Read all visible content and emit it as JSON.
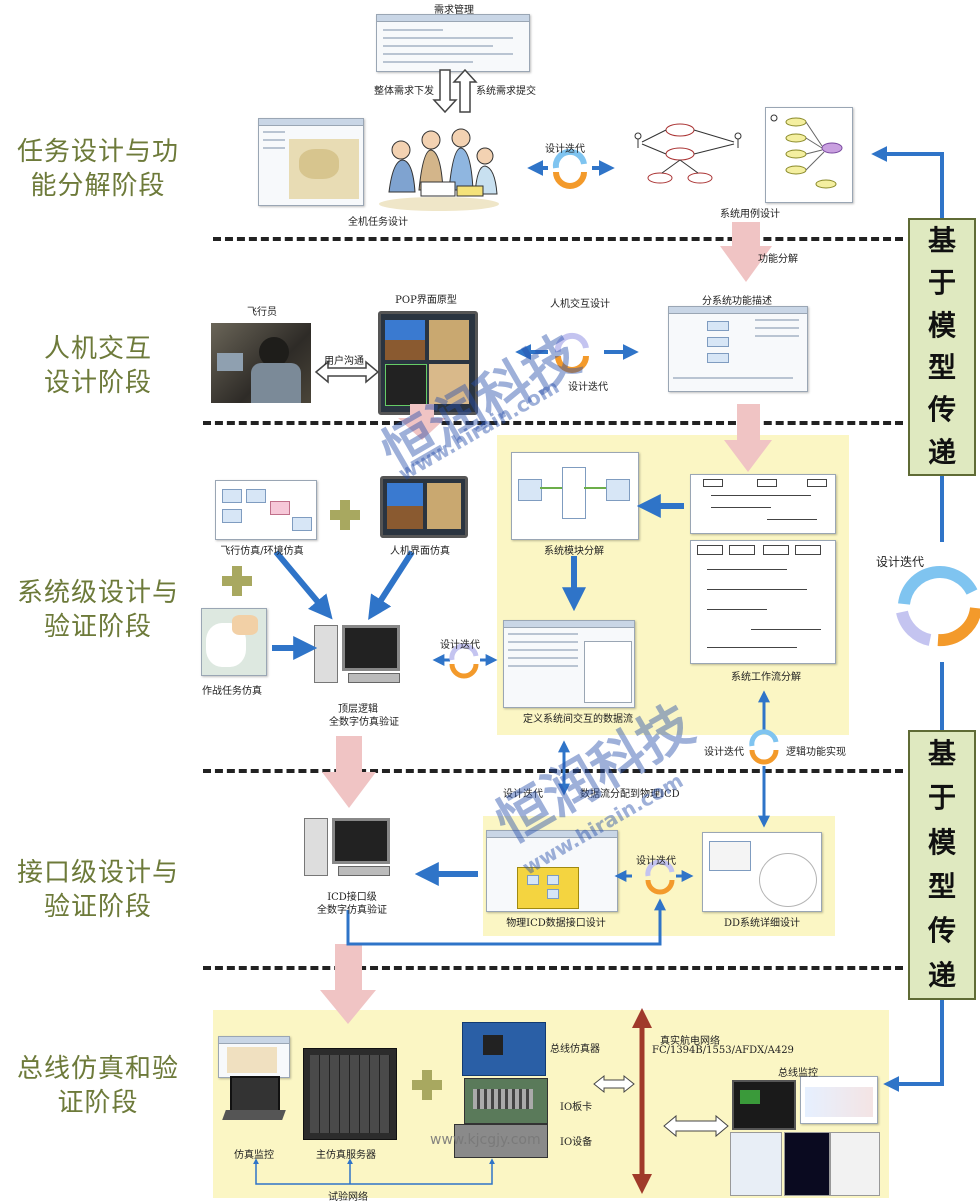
{
  "stages": [
    {
      "id": "stage-1",
      "lines": [
        "任务设计与功",
        "能分解阶段"
      ]
    },
    {
      "id": "stage-2",
      "lines": [
        "人机交互",
        "设计阶段"
      ]
    },
    {
      "id": "stage-3",
      "lines": [
        "系统级设计与",
        "验证阶段"
      ]
    },
    {
      "id": "stage-4",
      "lines": [
        "接口级设计与",
        "验证阶段"
      ]
    },
    {
      "id": "stage-5",
      "lines": [
        "总线仿真和验",
        "证阶段"
      ]
    }
  ],
  "side_label": [
    "基",
    "于",
    "模",
    "型",
    "传",
    "递"
  ],
  "labels": {
    "requirements_mgmt": "需求管理",
    "overall_req_issue": "整体需求下发",
    "system_req_submit": "系统需求提交",
    "whole_aircraft_task_design": "全机任务设计",
    "design_iteration": "设计迭代",
    "system_use_case_design": "系统用例设计",
    "function_decomposition": "功能分解",
    "pilot": "飞行员",
    "pop_ui_prototype": "POP界面原型",
    "user_communication": "用户沟通",
    "hmi_design": "人机交互设计",
    "subsystem_function_desc": "分系统功能描述",
    "system_module_decomposition": "系统模块分解",
    "flight_env_sim": "飞行仿真/环境仿真",
    "hmi_sim": "人机界面仿真",
    "combat_mission_sim": "作战任务仿真",
    "top_logic_line1": "顶层逻辑",
    "top_logic_line2": "全数字仿真验证",
    "define_dataflow": "定义系统间交互的数据流",
    "system_workflow_decomposition": "系统工作流分解",
    "logic_function_impl": "逻辑功能实现",
    "data_distribution": "数据流分配到物理ICD",
    "icd_level_line1": "ICD接口级",
    "icd_level_line2": "全数字仿真验证",
    "physical_icd_design": "物理ICD数据接口设计",
    "dd_detail_design": "DD系统详细设计",
    "real_network_line1": "真实航电网络",
    "real_network_line2": "FC/1394B/1553/AFDX/A429",
    "bus_simulator": "总线仿真器",
    "io_board": "IO板卡",
    "io_device": "IO设备",
    "bus_monitor": "总线监控",
    "sim_monitor": "仿真监控",
    "main_sim_server": "主仿真服务器",
    "test_network": "试验网络"
  },
  "watermarks": {
    "brand": "恒润科技",
    "url": "www.hirain.com",
    "source": "www.kjcgjy.com"
  },
  "colors": {
    "stage_title": "#6d7a3a",
    "arrow_blue": "#2f74c8",
    "arrow_pink": "#f0c4c4",
    "arrow_red": "#a03a2a",
    "panel_yellow": "#fbf6c4",
    "side_green": "#dfe9c0"
  }
}
